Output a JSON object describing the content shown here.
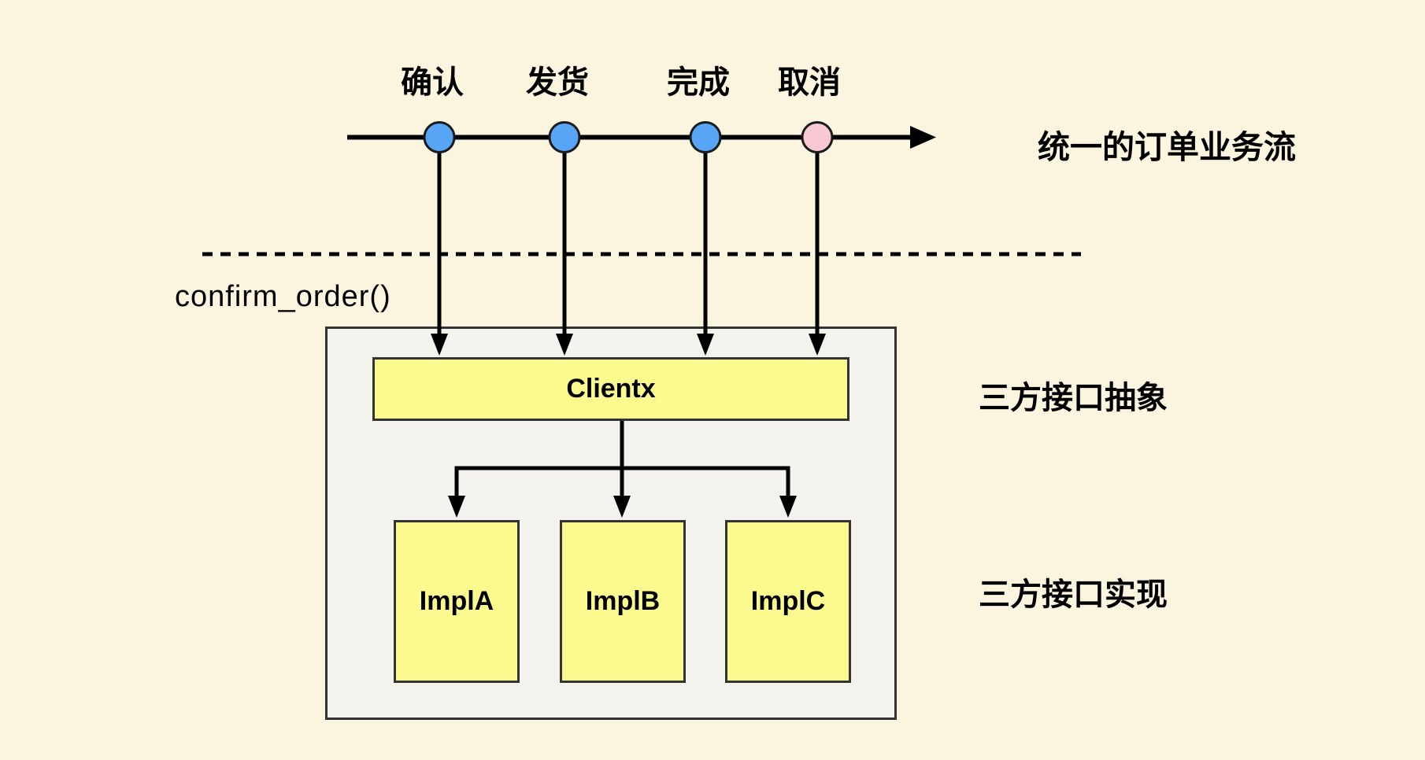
{
  "palette": {
    "background": "#fbf4df",
    "panel_fill": "#f4f2ec",
    "panel_border": "#333333",
    "box_yellow": "#fbfa8e",
    "dot_blue": "#58a5f6",
    "dot_pink": "#f8c9d2",
    "line_black": "#000000"
  },
  "timeline": {
    "label": "统一的订单业务流",
    "stages": [
      {
        "label": "确认",
        "dot_color": "#58a5f6"
      },
      {
        "label": "发货",
        "dot_color": "#58a5f6"
      },
      {
        "label": "完成",
        "dot_color": "#58a5f6"
      },
      {
        "label": "取消",
        "dot_color": "#f8c9d2"
      }
    ]
  },
  "method_label": "confirm_order()",
  "abstraction": {
    "box_label": "Clientx",
    "side_label": "三方接口抽象"
  },
  "implementations": {
    "items": [
      {
        "label": "ImplA"
      },
      {
        "label": "ImplB"
      },
      {
        "label": "ImplC"
      }
    ],
    "side_label": "三方接口实现"
  }
}
